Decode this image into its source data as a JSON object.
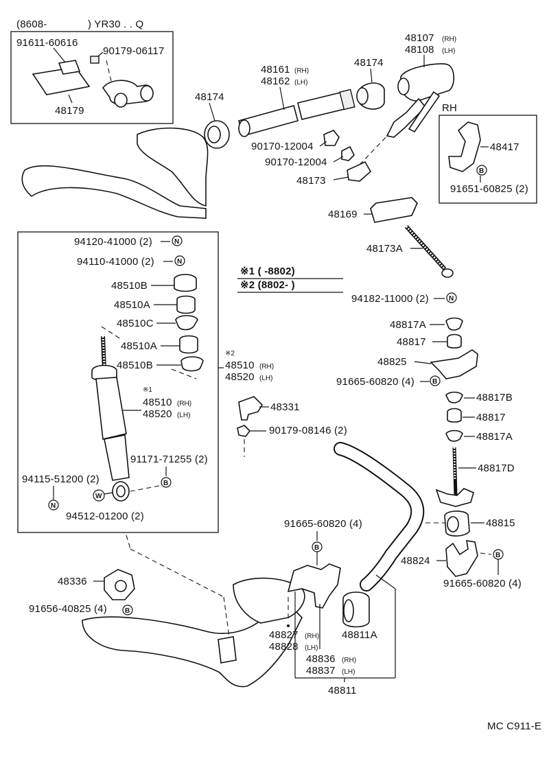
{
  "inset_note": {
    "date_range": "(8608-",
    "model": ") YR30 . . Q",
    "parts": [
      "91611-60616",
      "90179-06117",
      "48179"
    ]
  },
  "rh_box": {
    "title": "RH",
    "parts": [
      "48417",
      "91651-60825 (2)"
    ]
  },
  "notes": {
    "note1": "※1 (        -8802)",
    "note2": "※2 (8802-        )"
  },
  "markers": {
    "n": "N",
    "b": "B",
    "w": "W"
  },
  "footer_code": "MC C911-E",
  "labels": {
    "p48107": "48107",
    "p48108": "48108",
    "p48161": "48161",
    "p48162": "48162",
    "p48174a": "48174",
    "p48174b": "48174",
    "p90170a": "90170-12004",
    "p90170b": "90170-12004",
    "p48173": "48173",
    "p48169": "48169",
    "p48173A": "48173A",
    "p94182": "94182-11000 (2)",
    "p94120": "94120-41000 (2)",
    "p94110": "94110-41000 (2)",
    "p48510B_a": "48510B",
    "p48510A_a": "48510A",
    "p48510C": "48510C",
    "p48510A_b": "48510A",
    "p48510B_b": "48510B",
    "p48510_x2": "48510",
    "p48520_x2": "48520",
    "p48510_x1": "48510",
    "p48520_x1": "48520",
    "p91171": "91171-71255 (2)",
    "p94115": "94115-51200 (2)",
    "p94512": "94512-01200 (2)",
    "p48331": "48331",
    "p90179_08146": "90179-08146 (2)",
    "p48817A_a": "48817A",
    "p48817_a": "48817",
    "p48825": "48825",
    "p91665_a": "91665-60820 (4)",
    "p48817B": "48817B",
    "p48817_b": "48817",
    "p48817A_b": "48817A",
    "p48817D": "48817D",
    "p48815": "48815",
    "p48824": "48824",
    "p91665_b": "91665-60820 (4)",
    "p91665_c": "91665-60820 (4)",
    "p48336": "48336",
    "p91656": "91656-40825 (4)",
    "p48827": "48827",
    "p48828": "48828",
    "p48836": "48836",
    "p48837": "48837",
    "p48811A": "48811A",
    "p48811": "48811"
  },
  "suffixes": {
    "rh": "(RH)",
    "lh": "(LH)",
    "star1": "※1",
    "star2": "※2"
  }
}
